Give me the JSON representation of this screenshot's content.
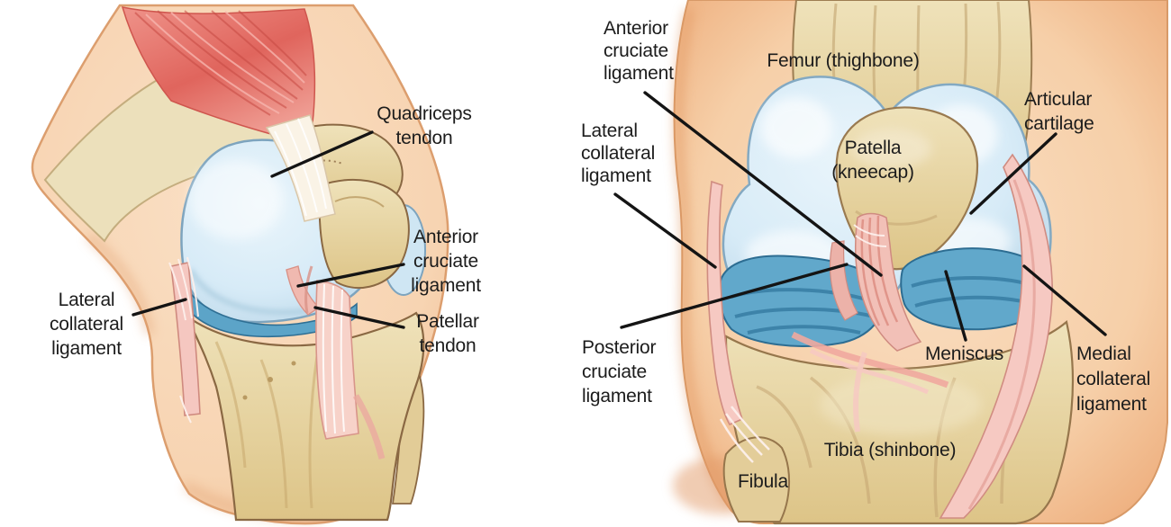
{
  "panels": {
    "side_view": {
      "labels": {
        "quadriceps_tendon": {
          "text": "Quadriceps\ntendon"
        },
        "anterior_cruciate_ligament": {
          "text": "Anterior\ncruciate\nligament"
        },
        "patellar_tendon": {
          "text": "Patellar\ntendon"
        },
        "lateral_collateral_ligament": {
          "text": "Lateral\ncollateral\nligament"
        }
      }
    },
    "front_view": {
      "labels": {
        "anterior_cruciate_ligament": {
          "text": "Anterior\ncruciate\nligament"
        },
        "femur": {
          "text": "Femur (thighbone)"
        },
        "articular_cartilage": {
          "text": "Articular\ncartilage"
        },
        "lateral_collateral_ligament": {
          "text": "Lateral\ncollateral\nligament"
        },
        "patella": {
          "text": "Patella\n(kneecap)"
        },
        "posterior_cruciate_ligament": {
          "text": "Posterior\ncruciate\nligament"
        },
        "meniscus": {
          "text": "Meniscus"
        },
        "medial_collateral_ligament": {
          "text": "Medial\ncollateral\nligament"
        },
        "tibia": {
          "text": "Tibia (shinbone)"
        },
        "fibula": {
          "text": "Fibula"
        }
      }
    }
  },
  "colors": {
    "background": "#ffffff",
    "skin": "#f6d2b0",
    "skin_shadow": "#e8a36f",
    "bone": "#e8d5a6",
    "bone_outline": "#8e6d45",
    "cartilage": "#d7ebf7",
    "cartilage_outline": "#83a9c2",
    "meniscus": "#61a8cb",
    "meniscus_dark": "#2d6d92",
    "ligament": "#f6c9c2",
    "ligament_outline": "#d08c81",
    "muscle": "#e0655d",
    "label_text": "#1c1c1c",
    "leader_line": "#141414"
  }
}
